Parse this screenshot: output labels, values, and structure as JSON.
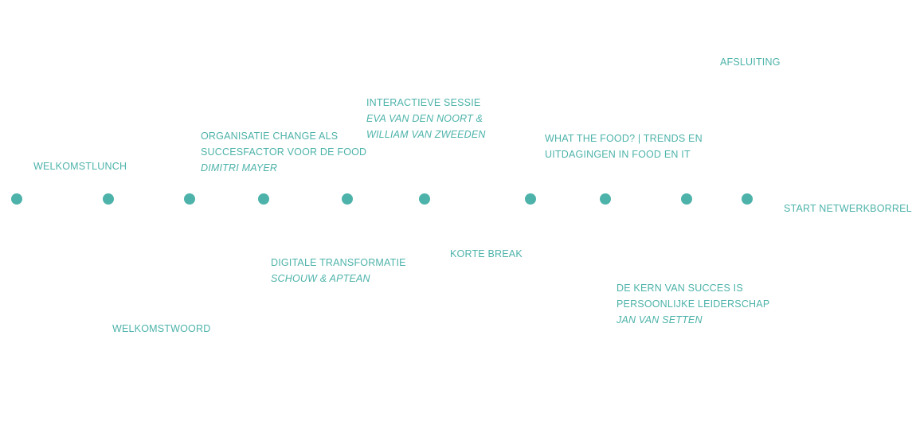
{
  "colors": {
    "accent": "#4db3aa",
    "background": "#ffffff"
  },
  "timeline": {
    "events": [
      {
        "title_lines": [
          "WELKOMSTLUNCH"
        ],
        "speaker_lines": []
      },
      {
        "title_lines": [
          "WELKOMSTWOORD"
        ],
        "speaker_lines": []
      },
      {
        "title_lines": [
          "ORGANISATIE CHANGE ALS",
          "SUCCESFACTOR VOOR DE FOOD"
        ],
        "speaker_lines": [
          "DIMITRI MAYER"
        ]
      },
      {
        "title_lines": [
          "DIGITALE TRANSFORMATIE"
        ],
        "speaker_lines": [
          "SCHOUW & APTEAN"
        ]
      },
      {
        "title_lines": [
          "INTERACTIEVE SESSIE"
        ],
        "speaker_lines": [
          "EVA VAN DEN NOORT &",
          "WILLIAM VAN ZWEEDEN"
        ]
      },
      {
        "title_lines": [
          "KORTE BREAK"
        ],
        "speaker_lines": []
      },
      {
        "title_lines": [
          "WHAT THE FOOD? | TRENDS EN",
          "UITDAGINGEN IN FOOD EN IT"
        ],
        "speaker_lines": []
      },
      {
        "title_lines": [
          "DE KERN VAN SUCCES IS",
          "PERSOONLIJKE LEIDERSCHAP"
        ],
        "speaker_lines": [
          "JAN VAN SETTEN"
        ]
      },
      {
        "title_lines": [
          "AFSLUITING"
        ],
        "speaker_lines": []
      },
      {
        "title_lines": [
          "START NETWERKBORREL"
        ],
        "speaker_lines": []
      }
    ]
  }
}
